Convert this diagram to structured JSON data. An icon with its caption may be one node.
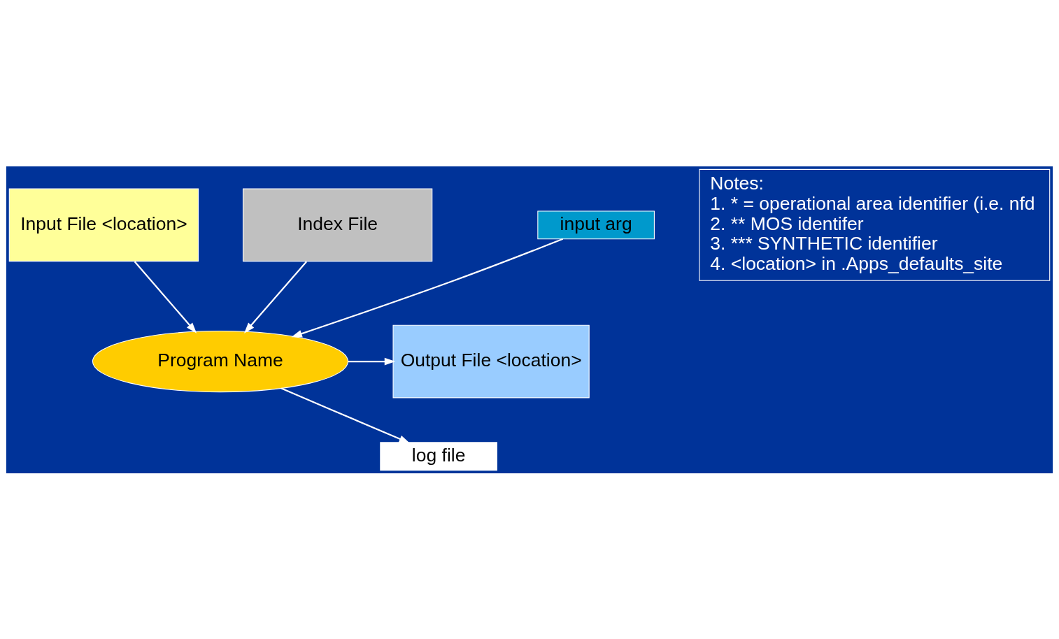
{
  "diagram": {
    "nodes": [
      {
        "text": [
          "Input File <location>"
        ]
      },
      {
        "text": [
          "input arg"
        ]
      },
      {
        "text": [
          "log file"
        ]
      },
      {
        "text": [
          "Program Name"
        ]
      },
      {
        "text": [
          "Output File <location>"
        ]
      },
      {
        "text": [
          "Index File"
        ]
      },
      {
        "text": [
          "Notes:",
          "1. * = operational area identifier (i.e. nfd",
          "2. ** MOS identifer",
          "3. *** SYNTHETIC identifier",
          "4. <location> in .Apps_defaults_site"
        ]
      }
    ],
    "edges": [
      {
        "from": 0,
        "to": 3,
        "arrow": "to"
      },
      {
        "from": 1,
        "to": 3,
        "arrow": "to"
      },
      {
        "from": 3,
        "to": 2,
        "arrow": "to"
      },
      {
        "from": 3,
        "to": 4,
        "arrow": "to"
      },
      {
        "from": 5,
        "to": 3,
        "arrow": "to"
      }
    ]
  }
}
